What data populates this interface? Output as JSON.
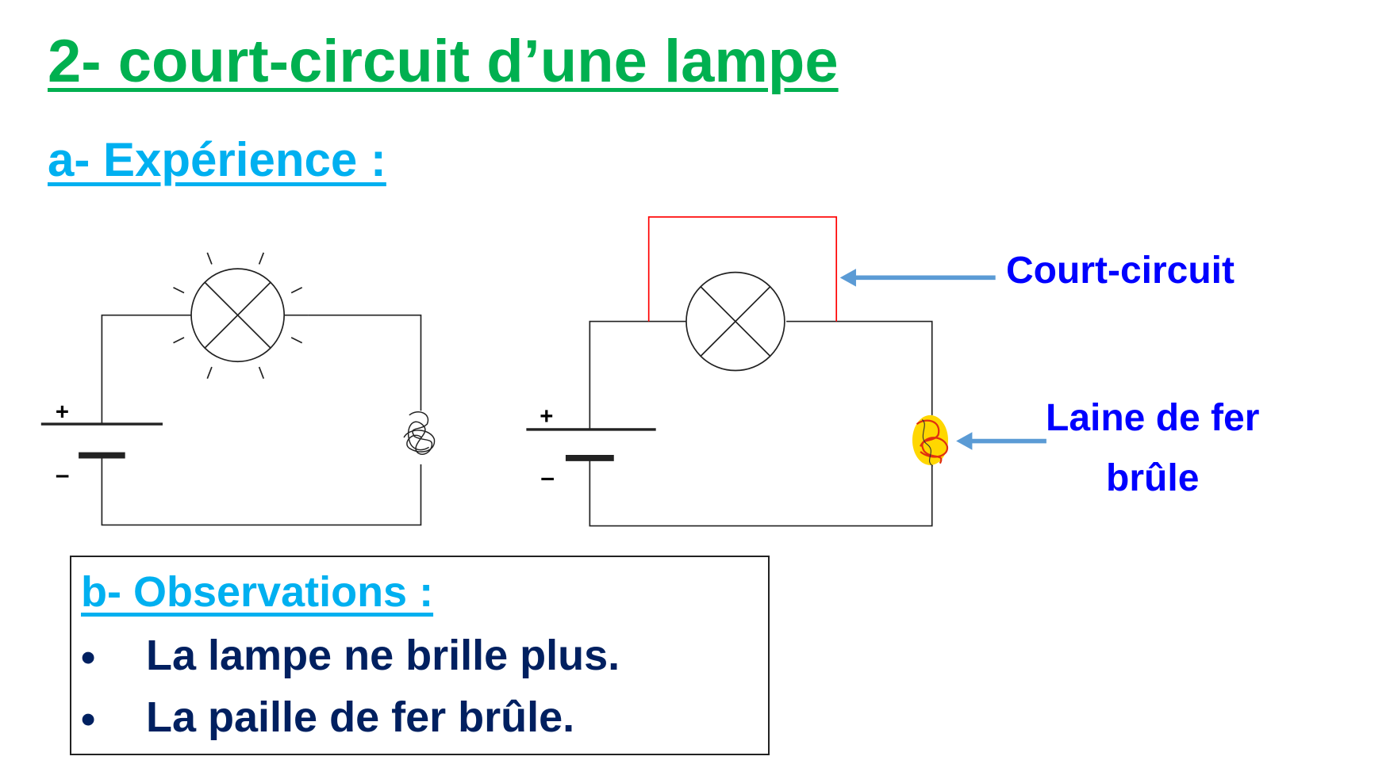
{
  "title": "2- court-circuit d’une lampe",
  "section_a": "a- Expérience :",
  "labels": {
    "short_circuit": "Court-circuit",
    "steel_wool_line1": "Laine de fer",
    "steel_wool_line2": "brûle",
    "plus": "+",
    "minus": "–"
  },
  "observations": {
    "heading": "b- Observations :",
    "bullet": "•",
    "items": [
      "La lampe ne brille plus.",
      "La paille de fer brûle."
    ]
  },
  "colors": {
    "title": "#00b050",
    "subtitle": "#00b0f0",
    "annotation": "#0000ff",
    "arrow": "#5b9bd5",
    "short_wire": "#ff0000",
    "body_text": "#002060"
  }
}
